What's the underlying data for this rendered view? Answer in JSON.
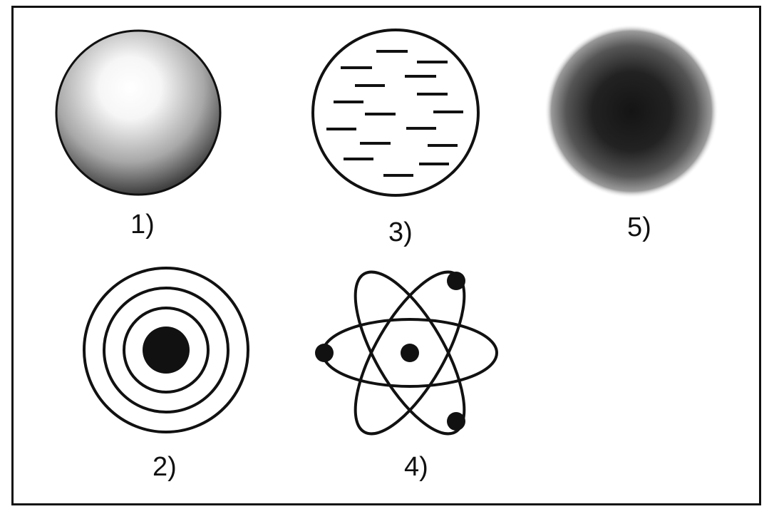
{
  "labels": {
    "model_1": "1)",
    "model_2": "2)",
    "model_3": "3)",
    "model_4": "4)",
    "model_5": "5)"
  },
  "colors": {
    "ink": "#111111",
    "background": "#ffffff"
  }
}
